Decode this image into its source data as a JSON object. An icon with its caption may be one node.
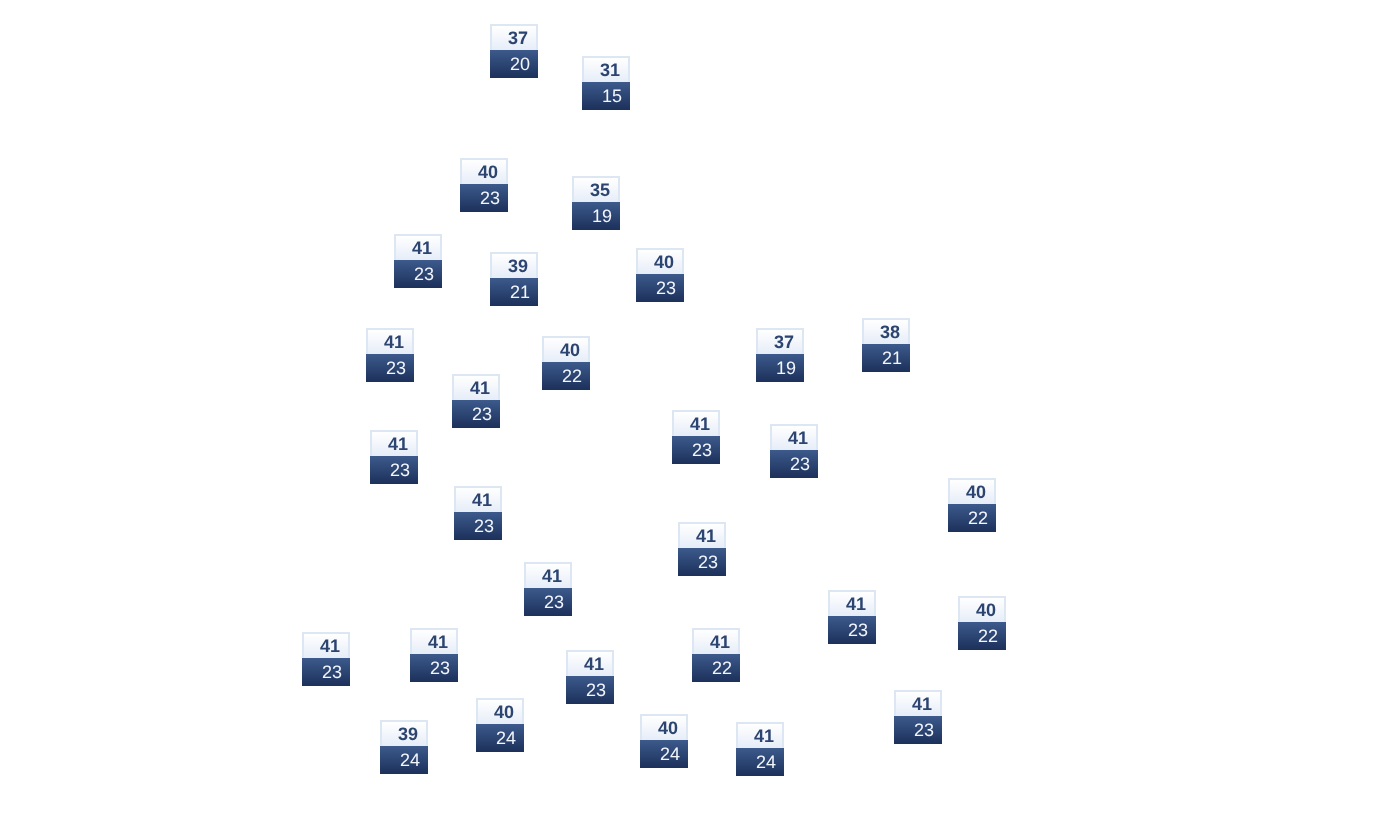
{
  "diagram": {
    "nodes": [
      {
        "text": [
          "37",
          "20"
        ]
      },
      {
        "text": [
          "31",
          "15"
        ]
      },
      {
        "text": [
          "40",
          "23"
        ]
      },
      {
        "text": [
          "35",
          "19"
        ]
      },
      {
        "text": [
          "41",
          "23"
        ]
      },
      {
        "text": [
          "40",
          "23"
        ]
      },
      {
        "text": [
          "39",
          "21"
        ]
      },
      {
        "text": [
          "38",
          "21"
        ]
      },
      {
        "text": [
          "41",
          "23"
        ]
      },
      {
        "text": [
          "37",
          "19"
        ]
      },
      {
        "text": [
          "40",
          "22"
        ]
      },
      {
        "text": [
          "41",
          "23"
        ]
      },
      {
        "text": [
          "41",
          "23"
        ]
      },
      {
        "text": [
          "41",
          "23"
        ]
      },
      {
        "text": [
          "41",
          "23"
        ]
      },
      {
        "text": [
          "40",
          "22"
        ]
      },
      {
        "text": [
          "41",
          "23"
        ]
      },
      {
        "text": [
          "41",
          "23"
        ]
      },
      {
        "text": [
          "41",
          "23"
        ]
      },
      {
        "text": [
          "41",
          "23"
        ]
      },
      {
        "text": [
          "40",
          "22"
        ]
      },
      {
        "text": [
          "41",
          "23"
        ]
      },
      {
        "text": [
          "41",
          "22"
        ]
      },
      {
        "text": [
          "41",
          "23"
        ]
      },
      {
        "text": [
          "41",
          "23"
        ]
      },
      {
        "text": [
          "40",
          "24"
        ]
      },
      {
        "text": [
          "41",
          "23"
        ]
      },
      {
        "text": [
          "40",
          "24"
        ]
      },
      {
        "text": [
          "39",
          "24"
        ]
      },
      {
        "text": [
          "41",
          "24"
        ]
      }
    ]
  }
}
